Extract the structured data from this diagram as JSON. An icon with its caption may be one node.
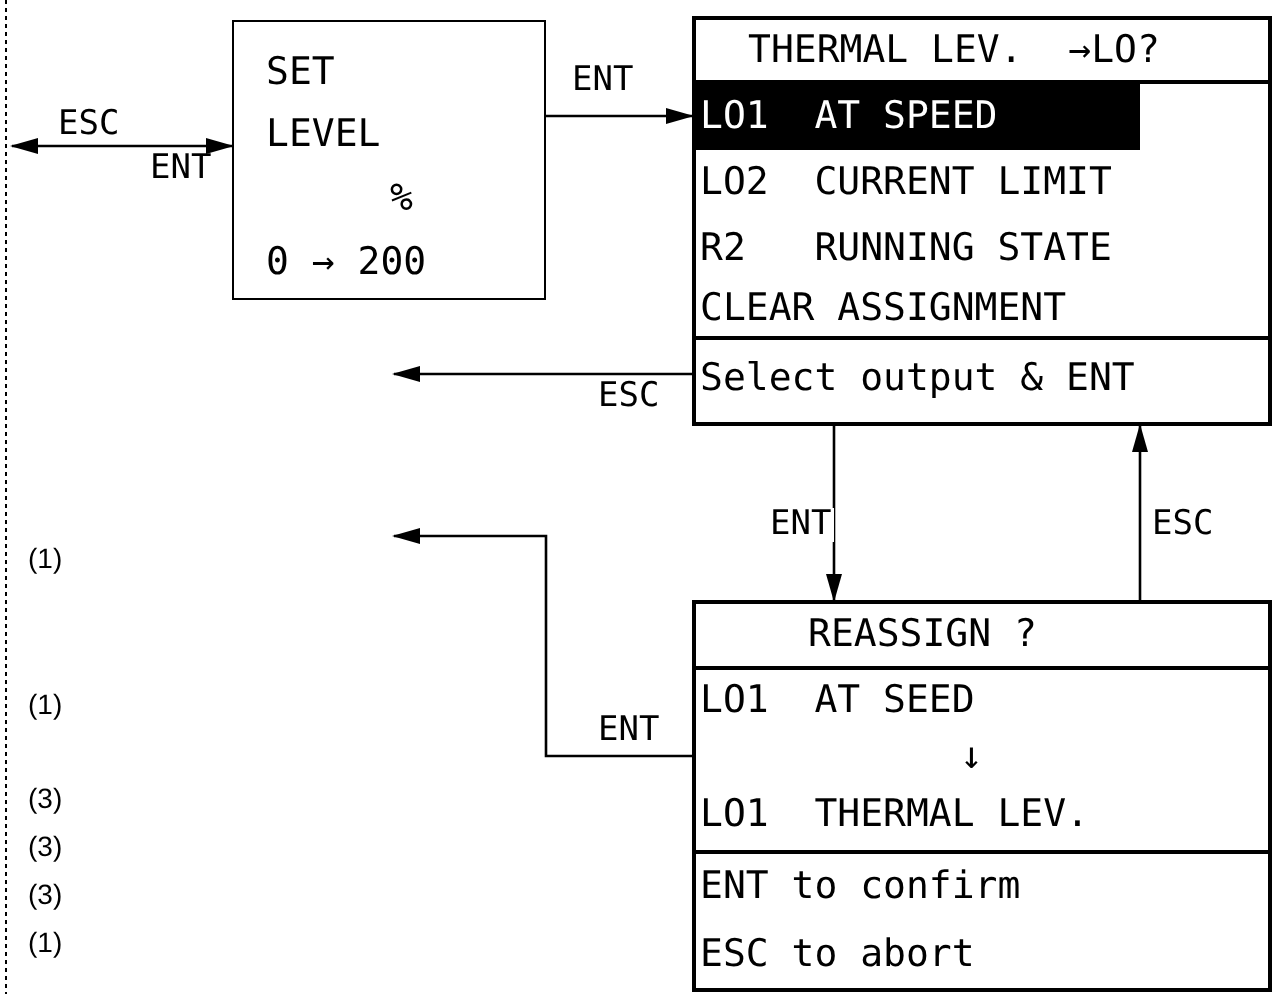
{
  "diagram": {
    "nodes": [
      {
        "text": [
          "SET",
          "LEVEL",
          "%",
          "0 → 200"
        ]
      },
      {
        "text": [
          "THERMAL LEV.  →LO?",
          "LO1  AT SPEED",
          "LO2  CURRENT LIMIT",
          "R2   RUNNING STATE",
          "CLEAR ASSIGNMENT",
          "Select output & ENT"
        ]
      },
      {
        "text": [
          "REASSIGN ?",
          "LO1  AT SEED",
          "↓",
          "LO1  THERMAL LEV.",
          "ENT to confirm",
          "ESC to abort"
        ]
      }
    ],
    "edges": [
      {
        "from": null,
        "to": 0,
        "arrow": "both",
        "label": "ESC"
      },
      {
        "from": 0,
        "to": 1,
        "arrow": "to",
        "label": "ENT"
      },
      {
        "from": 1,
        "to": null,
        "arrow": "to",
        "label": "ESC"
      },
      {
        "from": 1,
        "to": 2,
        "arrow": "to",
        "label": "ENT"
      },
      {
        "from": 2,
        "to": 1,
        "arrow": "to",
        "label": "ESC"
      },
      {
        "from": 2,
        "to": null,
        "arrow": "to",
        "label": "ENT"
      }
    ],
    "labels": [
      "ENT",
      "(1)",
      "(1)",
      "(3)",
      "(3)",
      "(3)",
      "(1)"
    ]
  }
}
